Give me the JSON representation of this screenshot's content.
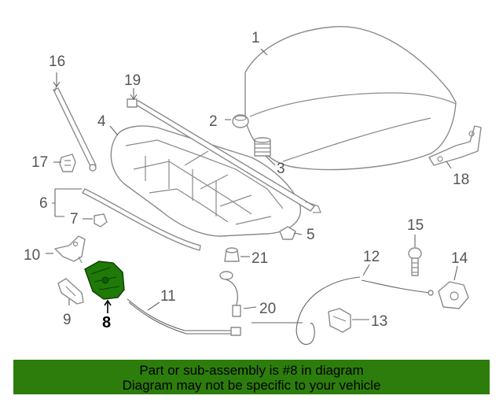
{
  "diagram": {
    "callouts": {
      "c1": "1",
      "c2": "2",
      "c3": "3",
      "c4": "4",
      "c5": "5",
      "c6": "6",
      "c7": "7",
      "c8": "8",
      "c9": "9",
      "c10": "10",
      "c11": "11",
      "c12": "12",
      "c13": "13",
      "c14": "14",
      "c15": "15",
      "c16": "16",
      "c17": "17",
      "c18": "18",
      "c19": "19",
      "c20": "20",
      "c21": "21"
    },
    "highlight_color": "#1f7a08"
  },
  "banner": {
    "line1": "Part or sub-assembly is #8 in diagram",
    "line2": "Diagram may not be specific to your vehicle",
    "background": "#2d7d0c"
  }
}
